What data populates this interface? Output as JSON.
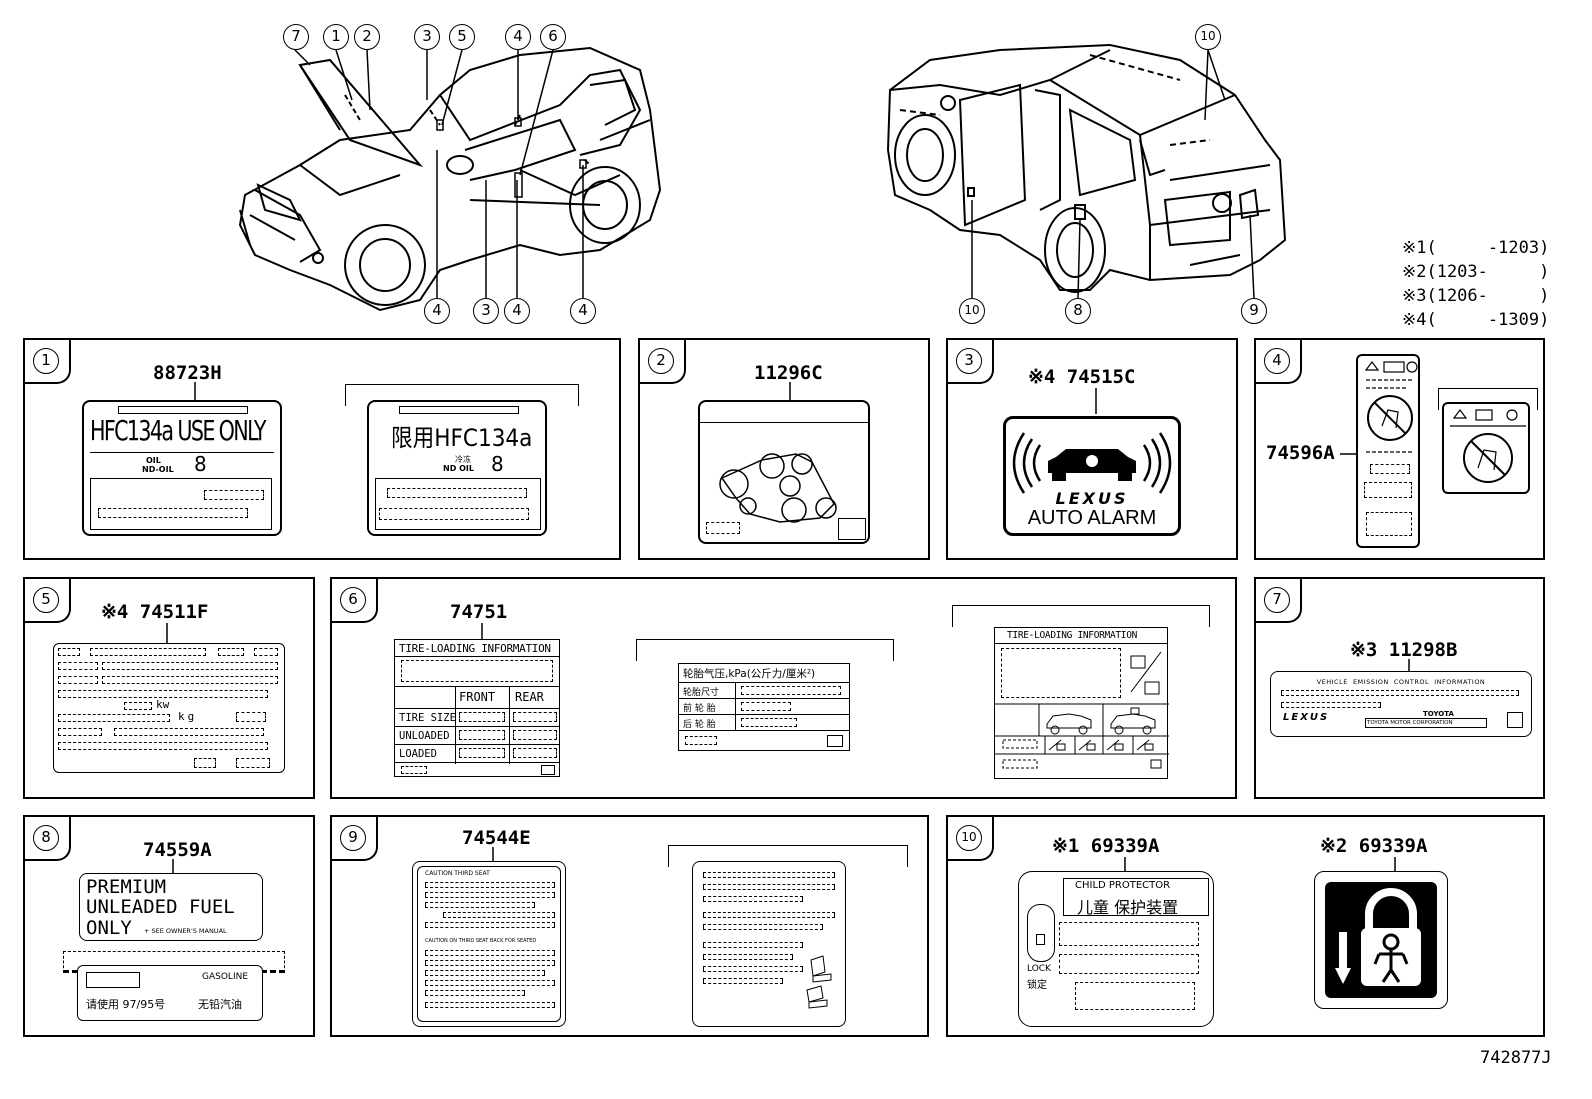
{
  "diagram_id": "742877J",
  "notes": [
    "※1(     -1203)",
    "※2(1203-     )",
    "※3(1206-     )",
    "※4(     -1309)"
  ],
  "car_front_callouts": {
    "top": [
      "7",
      "1",
      "2",
      "3",
      "5",
      "4",
      "6"
    ],
    "bottom": [
      "4",
      "3",
      "4",
      "4"
    ]
  },
  "car_rear_callouts": {
    "top": [
      "10"
    ],
    "bottom": [
      "10",
      "8",
      "9"
    ]
  },
  "panels": {
    "p1": {
      "num": "1",
      "part": "88723H",
      "label_a_text": "HFC134a USE ONLY",
      "label_a_oil": "OIL",
      "label_a_ndoil": "ND-OIL",
      "label_a_grade": "8",
      "label_b_text": "限用HFC134a",
      "label_b_oil_cn": "冷冻",
      "label_b_ndoil": "ND OIL",
      "label_b_grade": "8"
    },
    "p2": {
      "num": "2",
      "part": "11296C"
    },
    "p3": {
      "num": "3",
      "part": "※4 74515C",
      "brand": "LEXUS",
      "alarm": "AUTO ALARM"
    },
    "p4": {
      "num": "4",
      "part": "74596A"
    },
    "p5": {
      "num": "5",
      "part": "※4 74511F",
      "kw": "kw",
      "kg": "kg"
    },
    "p6": {
      "num": "6",
      "part": "74751",
      "title": "TIRE-LOADING INFORMATION",
      "front": "FRONT",
      "rear": "REAR",
      "row1": "TIRE SIZE",
      "row2": "UNLOADED",
      "row3": "LOADED",
      "cn_title": "轮胎气压,kPa(公斤力/厘米²)",
      "cn_row1": "轮胎尺寸",
      "cn_row2": "前 轮 胎",
      "cn_row3": "后 轮 胎",
      "title2": "TIRE-LOADING INFORMATION"
    },
    "p7": {
      "num": "7",
      "part": "※3 11298B",
      "header": "VEHICLE  EMISSION  CONTROL  INFORMATION",
      "brand": "LEXUS",
      "maker": "TOYOTA",
      "maker_full": "TOYOTA MOTOR CORPORATION"
    },
    "p8": {
      "num": "8",
      "part": "74559A",
      "line1": "PREMIUM",
      "line2": "UNLEADED FUEL",
      "line3": "ONLY",
      "see": "+ SEE OWNER'S MANUAL",
      "gasoline": "GASOLINE",
      "cn_left": "请使用 97/95号",
      "cn_right": "无铅汽油"
    },
    "p9": {
      "num": "9",
      "part": "74544E",
      "caution1": "CAUTION  THIRD SEAT",
      "caution2": "CAUTION  ON THIRD SEAT BACK FOR SEATED"
    },
    "p10": {
      "num": "10",
      "part_a": "※1 69339A",
      "part_b": "※2 69339A",
      "child_title": "CHILD PROTECTOR",
      "child_cn": "儿童 保护装置",
      "lock": "LOCK",
      "lock_cn": "锁定"
    }
  }
}
